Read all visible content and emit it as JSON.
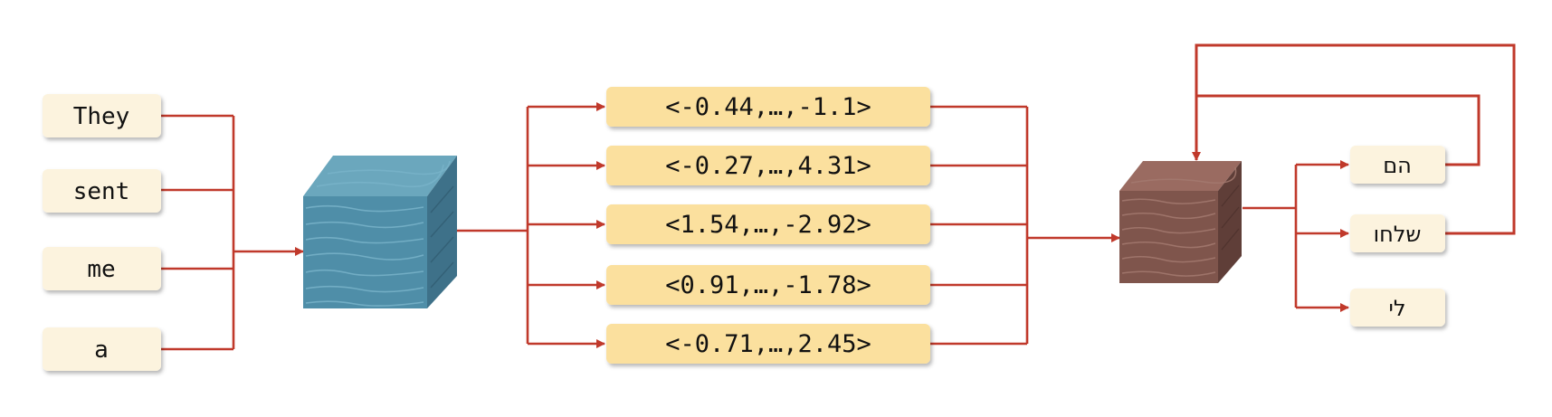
{
  "input_tokens": [
    "They",
    "sent",
    "me",
    "a"
  ],
  "vectors": [
    "<-0.44,…,-1.1>",
    "<-0.27,…,4.31>",
    "<1.54,…,-2.92>",
    "<0.91,…,-1.78>",
    "<-0.71,…,2.45>"
  ],
  "output_tokens": [
    "הם",
    "שלחו",
    "לי"
  ],
  "colors": {
    "line": "#c0392b",
    "token_box": "#fcf3de",
    "vector_box": "#fbe09e",
    "encoder_cube": "#4f8ea8",
    "decoder_cube": "#7f554c"
  },
  "icons": {
    "encoder": "encoder-cube-icon",
    "decoder": "decoder-cube-icon"
  }
}
